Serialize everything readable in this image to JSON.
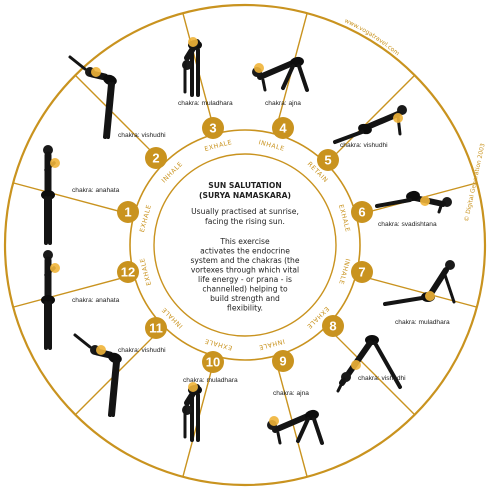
{
  "title": "SUN SALUTATION",
  "subtitle": "(SURYA NAMASKARA)",
  "center_paragraph_1": [
    "Usually practised at sunrise,",
    "facing the rising sun."
  ],
  "center_paragraph_2": [
    "This exercise",
    "activates the endocrine",
    "system and the chakras (the",
    "vortexes through which vital",
    "life energy - or prana - is",
    "channelled) helping to",
    "build strength and",
    "flexibility."
  ],
  "site_url": "www.vogatravel.com",
  "copyright": "© Digital Generation 2003",
  "colors": {
    "accent": "#c9931f",
    "dot": "#f0b438"
  },
  "steps": [
    {
      "number": "1",
      "chakra": "chakra: anahata",
      "breath": "EXHALE"
    },
    {
      "number": "2",
      "chakra": "chakra: vishudhi",
      "breath": "INHALE"
    },
    {
      "number": "3",
      "chakra": "chakra: muladhara",
      "breath": "EXHALE"
    },
    {
      "number": "4",
      "chakra": "chakra: ajna",
      "breath": "INHALE"
    },
    {
      "number": "5",
      "chakra": "chakra: vishudhi",
      "breath": "RETAIN"
    },
    {
      "number": "6",
      "chakra": "chakra: svadishtana",
      "breath": "EXHALE"
    },
    {
      "number": "7",
      "chakra": "chakra: muladhara",
      "breath": "INHALE"
    },
    {
      "number": "8",
      "chakra": "chakra: vishudhi",
      "breath": "EXHALE"
    },
    {
      "number": "9",
      "chakra": "chakra: ajna",
      "breath": "INHALE"
    },
    {
      "number": "10",
      "chakra": "chakra: muladhara",
      "breath": "EXHALE"
    },
    {
      "number": "11",
      "chakra": "chakra: vishudhi",
      "breath": "INHALE"
    },
    {
      "number": "12",
      "chakra": "chakra: anahata",
      "breath": "EXHALE"
    }
  ]
}
